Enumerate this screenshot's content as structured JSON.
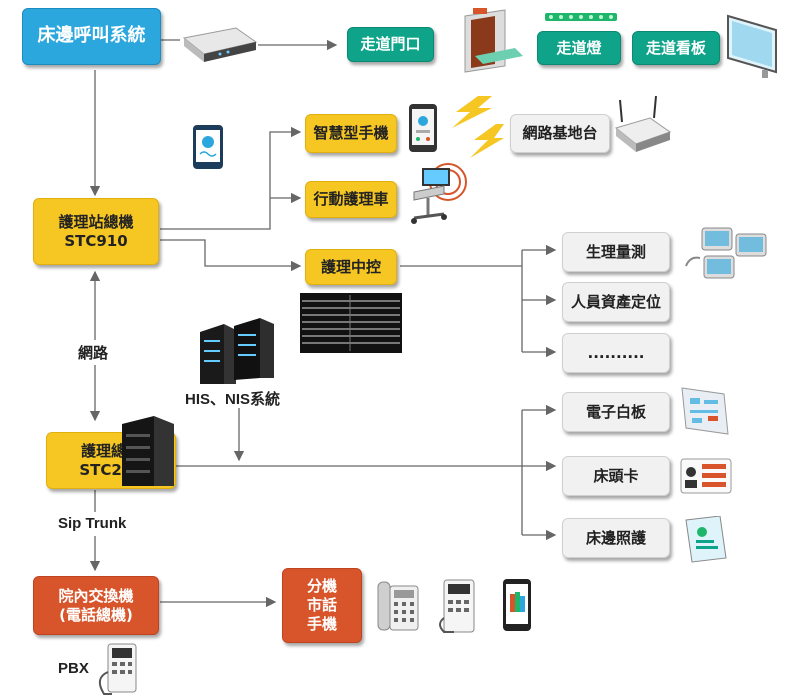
{
  "nodes": {
    "bedside_call": "床邊呼叫系統",
    "corridor_door": "走道門口",
    "corridor_light": "走道燈",
    "corridor_board": "走道看板",
    "smartphone": "智慧型手機",
    "network_base": "網路基地台",
    "nursing_cart": "行動護理車",
    "nurse_station": "護理站總機\nSTC910",
    "nursing_control": "護理中控",
    "vital_signs": "生理量測",
    "staff_location": "人員資產定位",
    "more": "..........",
    "whiteboard": "電子白板",
    "bed_card": "床頭卡",
    "bedside_care": "床邊照護",
    "nursing_main": "護理總機\nSTC222",
    "pbx_exchange": "院內交換機\n(電話總機)",
    "extension": "分機\n市話\n手機"
  },
  "labels": {
    "network": "網路",
    "sip_trunk": "Sip Trunk",
    "his_nis": "HIS、NIS系統",
    "pbx": "PBX"
  },
  "colors": {
    "blue": "#2ba7de",
    "teal": "#0fa48a",
    "yellow": "#f6c623",
    "red": "#d8552b",
    "grey": "#f1f1f1",
    "line": "#666666"
  }
}
